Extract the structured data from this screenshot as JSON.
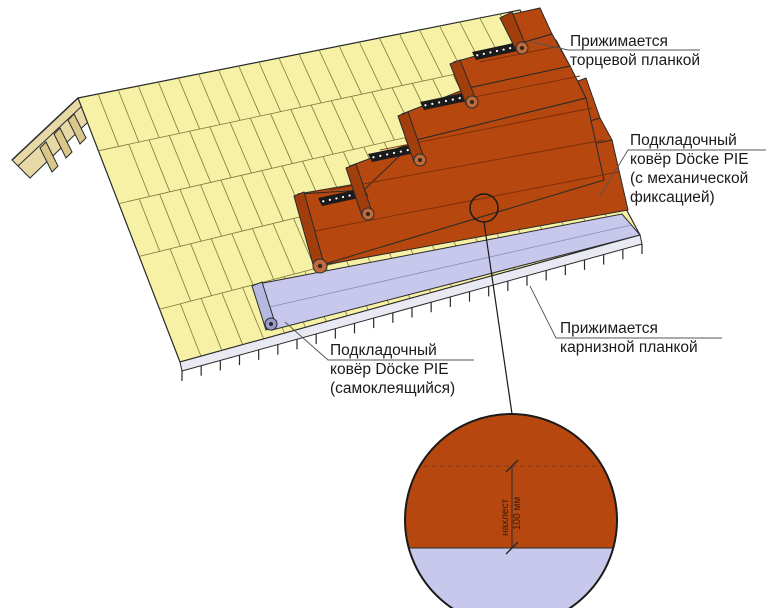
{
  "colors": {
    "underlay_mechanical": "#b5470f",
    "underlay_self_adhesive": "#c7c8ec",
    "sheathing": "#f6f1a4",
    "outline": "#2a2a2a"
  },
  "callouts": {
    "end_strip": [
      "Прижимается",
      "торцевой планкой"
    ],
    "underlay_mechanical": [
      "Подкладочный",
      "ковёр Döcke PIE",
      "(с механической",
      "фиксацией)"
    ],
    "eave_strip": [
      "Прижимается",
      "карнизной планкой"
    ],
    "underlay_self_adhesive": [
      "Подкладочный",
      "ковёр Döcke PIE",
      "(самоклеящийся)"
    ]
  },
  "detail": {
    "overlap_label_line1": "нахлест",
    "overlap_label_line2": "100 мм"
  }
}
